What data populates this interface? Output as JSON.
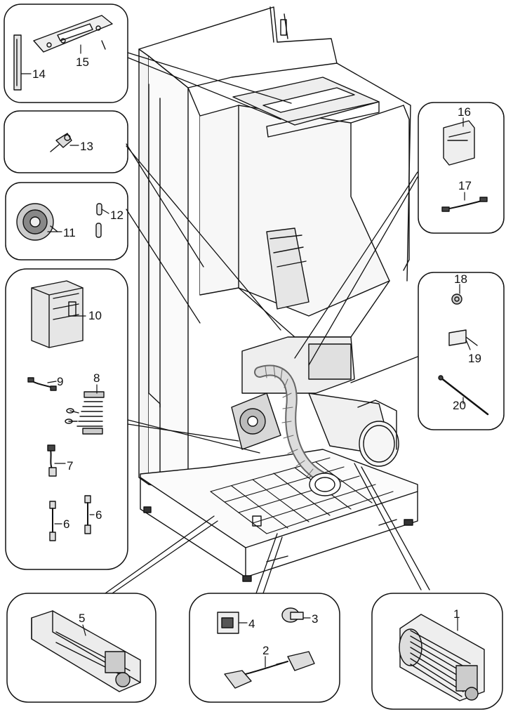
{
  "labels": {
    "p1": "1",
    "p2": "2",
    "p3": "3",
    "p4": "4",
    "p5": "5",
    "p6a": "6",
    "p6b": "6",
    "p7": "7",
    "p8": "8",
    "p9": "9",
    "p10": "10",
    "p11": "11",
    "p12": "12",
    "p13": "13",
    "p14": "14",
    "p15": "15",
    "p16": "16",
    "p17": "17",
    "p18": "18",
    "p19": "19",
    "p20": "20"
  }
}
